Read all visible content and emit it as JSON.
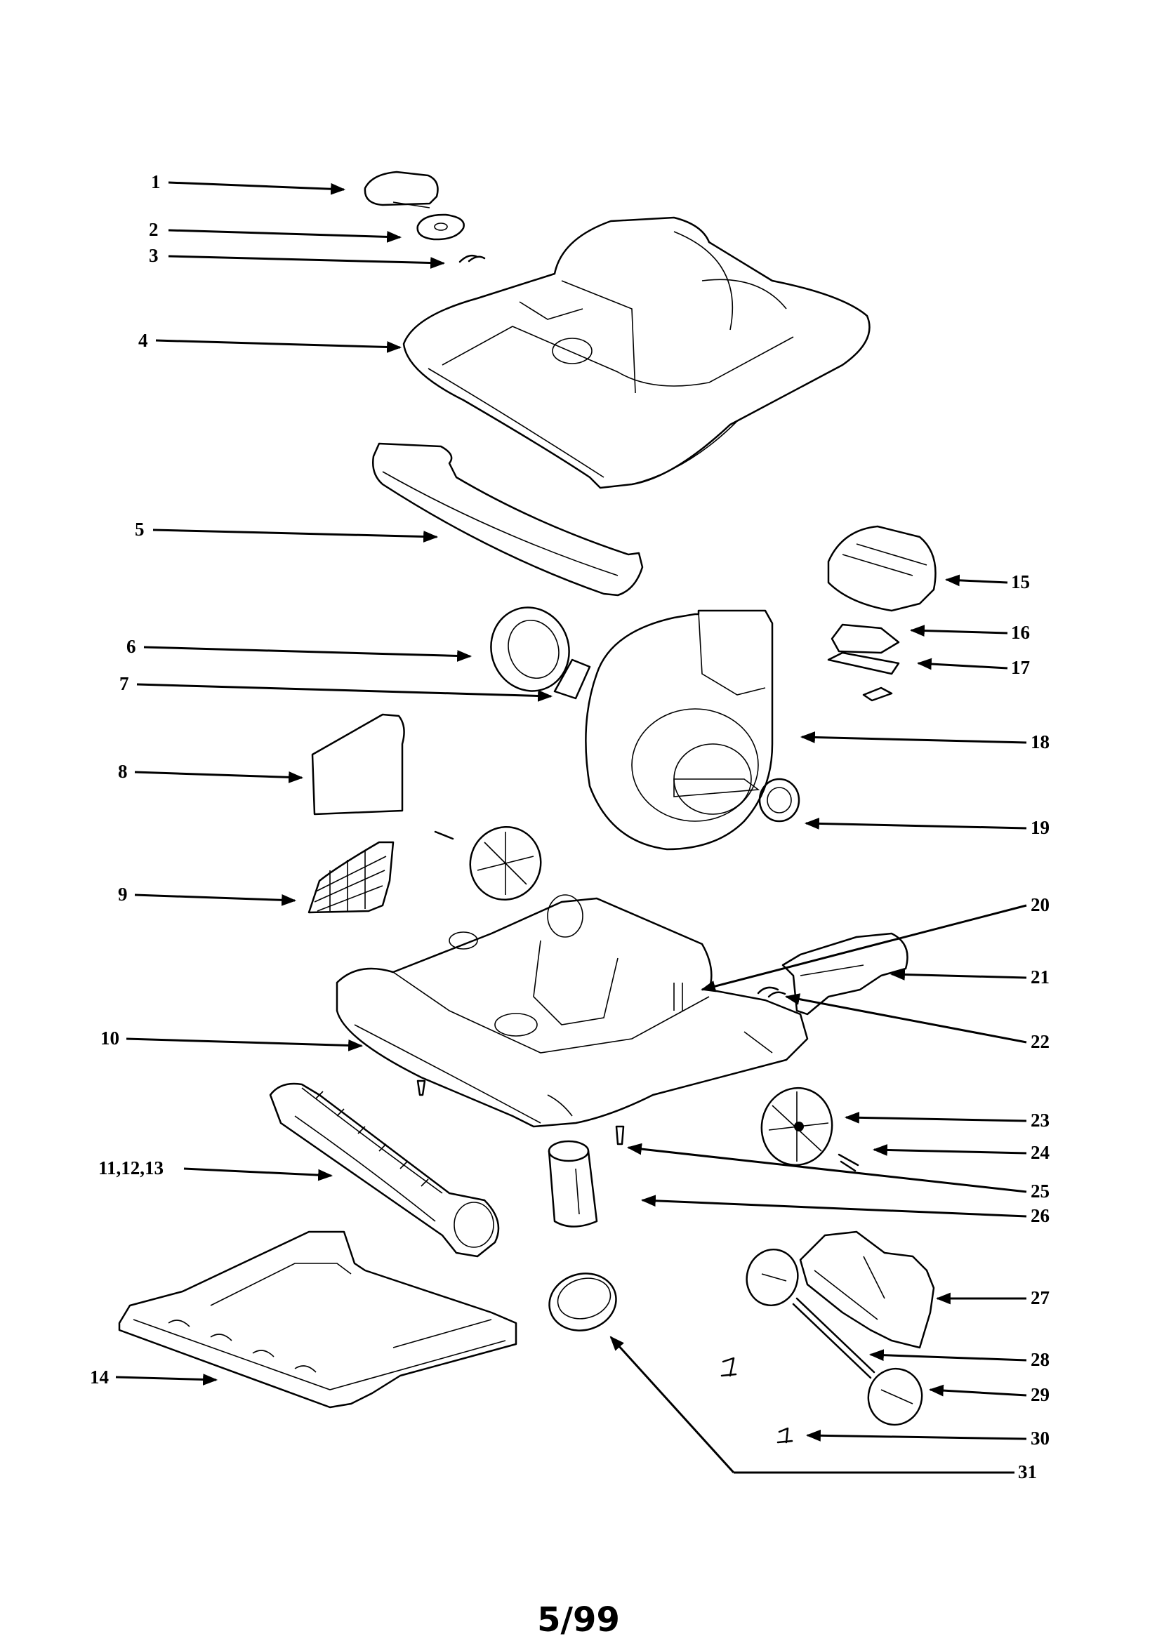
{
  "page": {
    "number": "5/99"
  },
  "callouts": [
    {
      "label": "1"
    },
    {
      "label": "2"
    },
    {
      "label": "3"
    },
    {
      "label": "4"
    },
    {
      "label": "5"
    },
    {
      "label": "6"
    },
    {
      "label": "7"
    },
    {
      "label": "8"
    },
    {
      "label": "9"
    },
    {
      "label": "10"
    },
    {
      "label": "11,12,13"
    },
    {
      "label": "14"
    },
    {
      "label": "15"
    },
    {
      "label": "16"
    },
    {
      "label": "17"
    },
    {
      "label": "18"
    },
    {
      "label": "19"
    },
    {
      "label": "20"
    },
    {
      "label": "21"
    },
    {
      "label": "22"
    },
    {
      "label": "23"
    },
    {
      "label": "24"
    },
    {
      "label": "25"
    },
    {
      "label": "26"
    },
    {
      "label": "27"
    },
    {
      "label": "28"
    },
    {
      "label": "29"
    },
    {
      "label": "30"
    },
    {
      "label": "31"
    }
  ]
}
